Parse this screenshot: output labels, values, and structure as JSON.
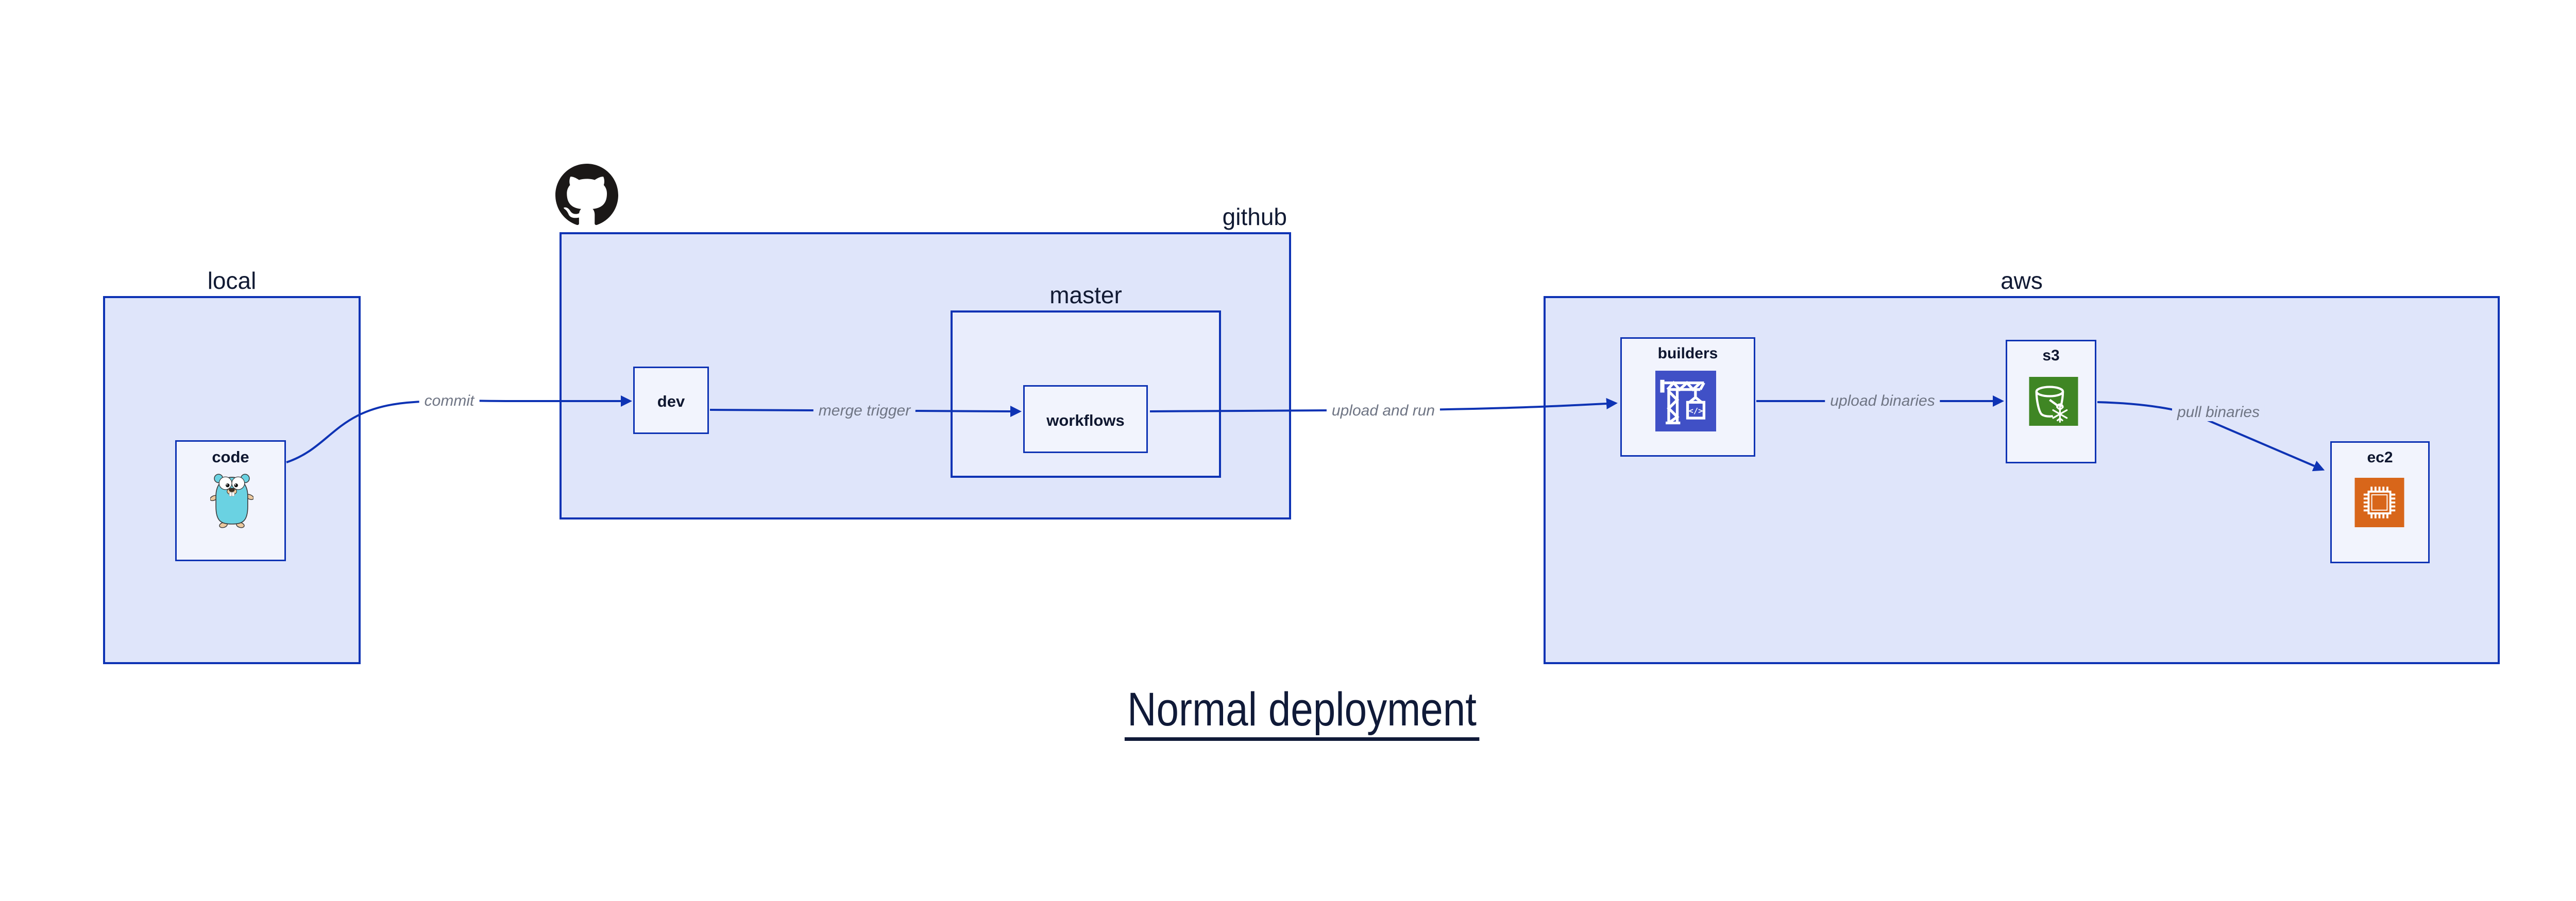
{
  "diagram": {
    "title": "Normal deployment",
    "containers": {
      "local": {
        "label": "local"
      },
      "github": {
        "label": "github"
      },
      "master": {
        "label": "master"
      },
      "aws": {
        "label": "aws"
      }
    },
    "nodes": {
      "code": {
        "label": "code",
        "icon": "go-gopher-icon"
      },
      "dev": {
        "label": "dev"
      },
      "workflows": {
        "label": "workflows"
      },
      "builders": {
        "label": "builders",
        "icon": "codebuild-crane-icon"
      },
      "s3": {
        "label": "s3",
        "icon": "s3-bucket-icon"
      },
      "ec2": {
        "label": "ec2",
        "icon": "ec2-chip-icon"
      }
    },
    "edges": {
      "commit": {
        "from": "code",
        "to": "dev",
        "label": "commit"
      },
      "merge_trigger": {
        "from": "dev",
        "to": "workflows",
        "label": "merge trigger"
      },
      "upload_and_run": {
        "from": "workflows",
        "to": "builders",
        "label": "upload and run"
      },
      "upload_binaries": {
        "from": "builders",
        "to": "s3",
        "label": "upload binaries"
      },
      "pull_binaries": {
        "from": "s3",
        "to": "ec2",
        "label": "pull binaries"
      }
    },
    "icons": {
      "github_logo": "github-octocat",
      "codebuild_glyph_text": "</>"
    },
    "colors": {
      "edge_and_border": "#0e33b4",
      "container_fill": "#dfe5fa",
      "nested_container_fill": "#e9edfc",
      "node_fill": "#f2f4fd",
      "label_text": "#111a33",
      "edge_label_text": "#6f7584",
      "octocat": "#1b1817",
      "gopher_body": "#6ad2e2",
      "codebuild_square": "#4050c6",
      "s3_square": "#3f8624",
      "ec2_square": "#d8661a",
      "background": "#ffffff"
    }
  }
}
